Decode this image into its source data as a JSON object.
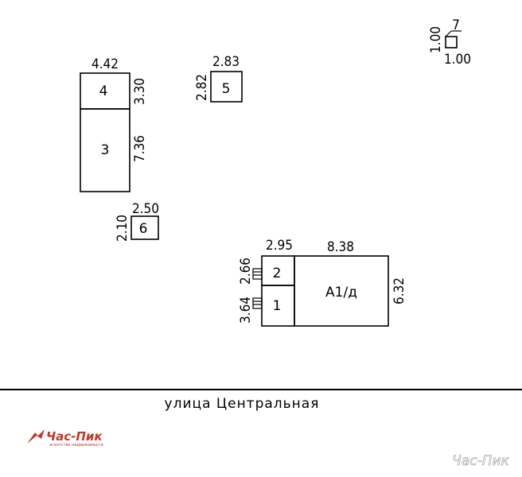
{
  "buildings": {
    "b4": {
      "label": "4",
      "width": "4.42",
      "height": "3.30"
    },
    "b3": {
      "label": "3",
      "height": "7.36"
    },
    "b5": {
      "label": "5",
      "width": "2.83",
      "height": "2.82"
    },
    "b6": {
      "label": "6",
      "width": "2.50",
      "height": "2.10"
    },
    "b7": {
      "label": "7",
      "width": "1.00",
      "height": "1.00"
    },
    "main": {
      "label": "А1/д",
      "width": "8.38",
      "height": "6.32",
      "r2": {
        "label": "2",
        "width": "2.95",
        "height": "2.66"
      },
      "r1": {
        "label": "1",
        "height": "3.64"
      }
    }
  },
  "street": {
    "name": "улица Центральная"
  },
  "logo": {
    "name": "Час-Пик",
    "tagline": "агентство недвижимости"
  },
  "watermark": {
    "text": "Час-Пик"
  },
  "colors": {
    "lines": "#000000",
    "logo_red": "#c0392b",
    "watermark": "#b0b0b0"
  }
}
